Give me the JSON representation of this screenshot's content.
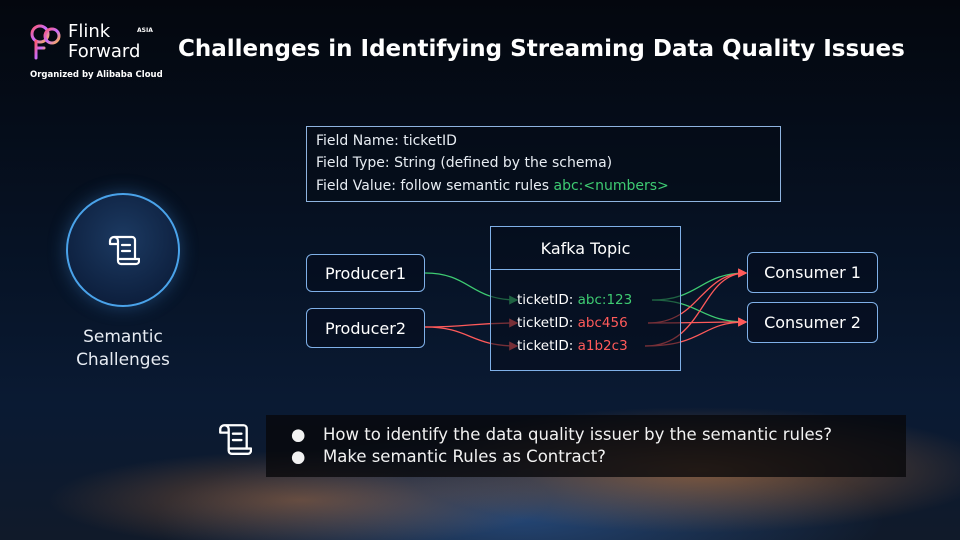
{
  "logo": {
    "line1": "Flink",
    "line2": "Forward",
    "region": "ASIA",
    "organizer": "Organized by Alibaba Cloud"
  },
  "title": "Challenges in Identifying Streaming Data Quality Issues",
  "left_panel": {
    "icon": "document-scroll-icon",
    "label_line1": "Semantic",
    "label_line2": "Challenges"
  },
  "schema": {
    "line1": "Field Name: ticketID",
    "line2": "Field Type: String (defined by the schema)",
    "line3_prefix": "Field Value:  follow semantic rules ",
    "line3_rule": "abc:<numbers>"
  },
  "producers": [
    "Producer1",
    "Producer2"
  ],
  "kafka": {
    "title": "Kafka Topic",
    "messages": [
      {
        "key": "ticketID: ",
        "value": "abc:123",
        "valid": true
      },
      {
        "key": "ticketID: ",
        "value": "abc456",
        "valid": false
      },
      {
        "key": "ticketID: ",
        "value": "a1b2c3",
        "valid": false
      }
    ]
  },
  "consumers": [
    "Consumer 1",
    "Consumer 2"
  ],
  "colors": {
    "valid": "#3ecb72",
    "invalid": "#ff5a5a",
    "border": "#7fb0e8",
    "circle": "#4aa3ea"
  },
  "questions": {
    "icon": "document-scroll-icon",
    "items": [
      "How to identify the data quality issuer by the semantic rules?",
      "Make semantic Rules as Contract?"
    ]
  }
}
